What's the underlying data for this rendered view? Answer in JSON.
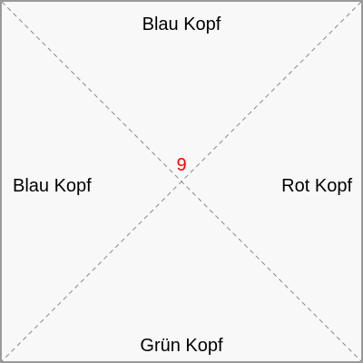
{
  "panel": {
    "labels": {
      "top": "Blau Kopf",
      "left": "Blau Kopf",
      "right": "Rot Kopf",
      "bottom": "Grün Kopf"
    },
    "center_number": "9"
  },
  "colors": {
    "background": "#f8f8f8",
    "border": "#9a9a9a",
    "diagonal_lines": "#888888",
    "label_text": "#000000",
    "center_number": "#ff0000"
  }
}
